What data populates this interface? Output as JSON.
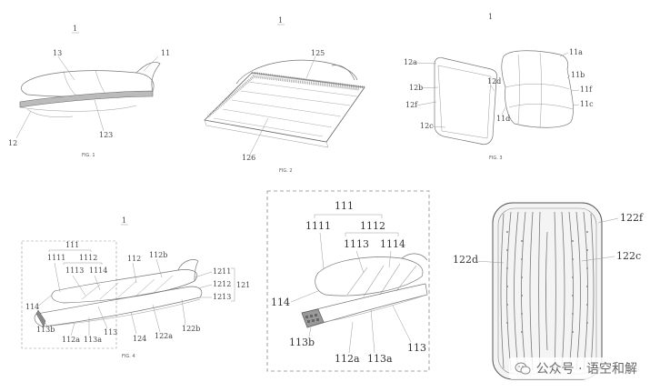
{
  "fig1": {
    "title_number": "1",
    "caption": "FIG. 1",
    "labels": {
      "l13": "13",
      "l11": "11",
      "l12": "12",
      "l123": "123"
    }
  },
  "fig2": {
    "title_number": "1",
    "caption": "FIG. 2",
    "labels": {
      "l125": "125",
      "l126": "126"
    }
  },
  "fig3": {
    "title_number": "1",
    "caption": "FIG. 3",
    "labels": {
      "l12a": "12a",
      "l12b": "12b",
      "l12f": "12f",
      "l12c": "12c",
      "l12d": "12d",
      "l11a": "11a",
      "l11b": "11b",
      "l11f": "11f",
      "l11c": "11c",
      "l11d": "11d"
    }
  },
  "fig4": {
    "title_number": "1",
    "caption": "FIG. 4",
    "labels": {
      "l111": "111",
      "l1111": "1111",
      "l1112": "1112",
      "l1113": "1113",
      "l1114": "1114",
      "l112": "112",
      "l112b": "112b",
      "l1211": "1211",
      "l1212": "1212",
      "l1213": "1213",
      "l121": "121",
      "l114": "114",
      "l113b": "113b",
      "l113": "113",
      "l112a": "112a",
      "l113a": "113a",
      "l124": "124",
      "l122a": "122a",
      "l122b": "122b"
    }
  },
  "detail": {
    "labels": {
      "l111": "111",
      "l1111": "1111",
      "l1112": "1112",
      "l1113": "1113",
      "l1114": "1114",
      "l114": "114",
      "l113b": "113b",
      "l112a": "112a",
      "l113a": "113a",
      "l113": "113"
    }
  },
  "pad": {
    "labels": {
      "l122f": "122f",
      "l122d": "122d",
      "l122c": "122c"
    }
  },
  "watermark": {
    "text": "公众号 · 语空和解"
  }
}
